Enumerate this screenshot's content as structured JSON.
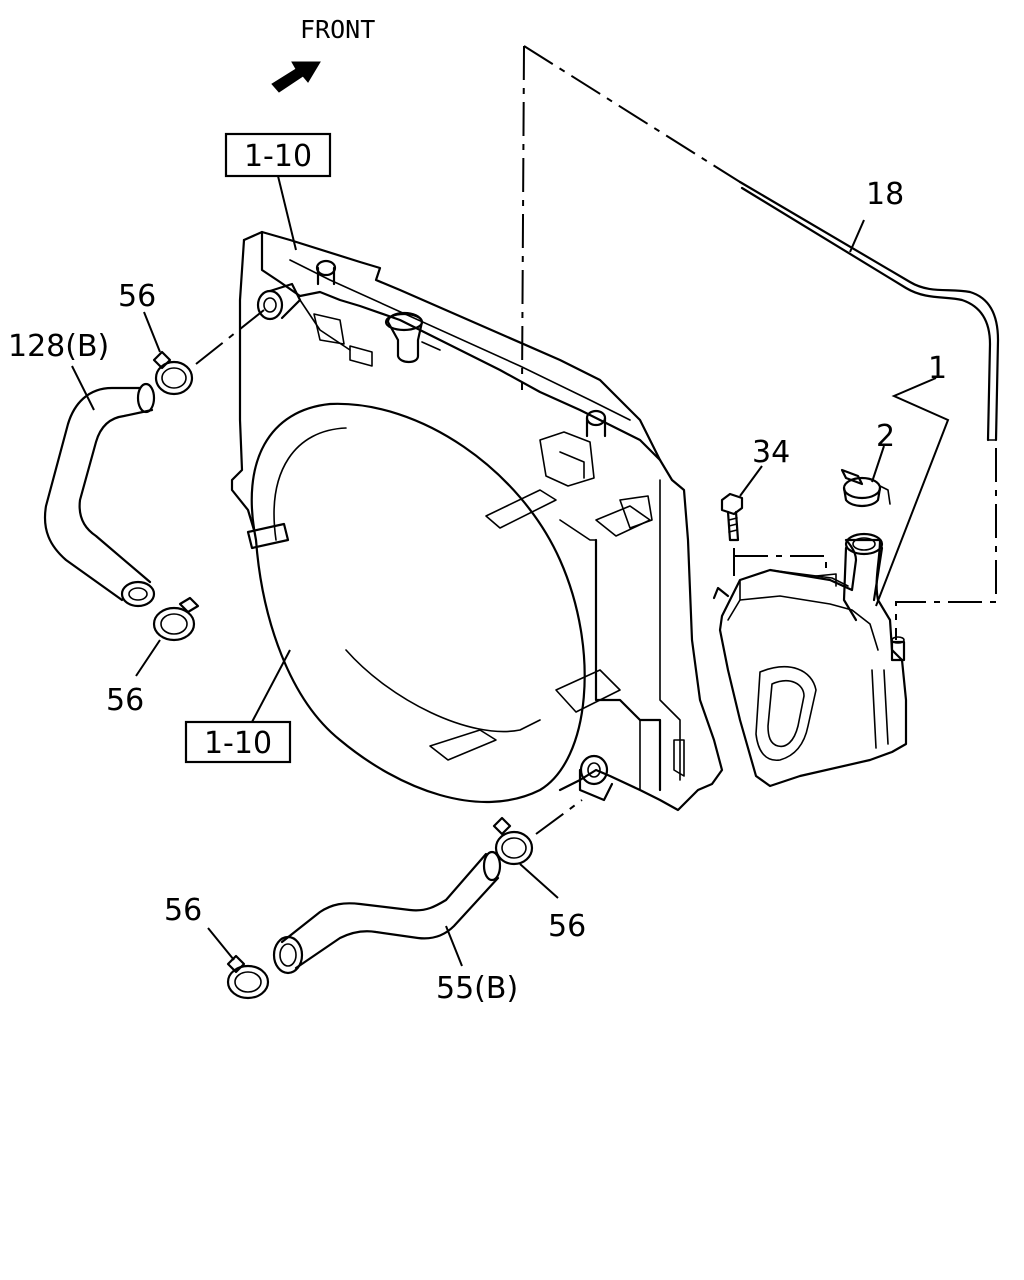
{
  "diagram": {
    "front_label": "FRONT",
    "callouts": {
      "ref_top": "1-10",
      "ref_bottom": "1-10",
      "part_18": "18",
      "part_1": "1",
      "part_2": "2",
      "part_34": "34",
      "part_128b": "128(B)",
      "part_55b": "55(B)",
      "clamp_upper_top": "56",
      "clamp_upper_bottom": "56",
      "clamp_lower_left": "56",
      "clamp_lower_right": "56"
    }
  }
}
